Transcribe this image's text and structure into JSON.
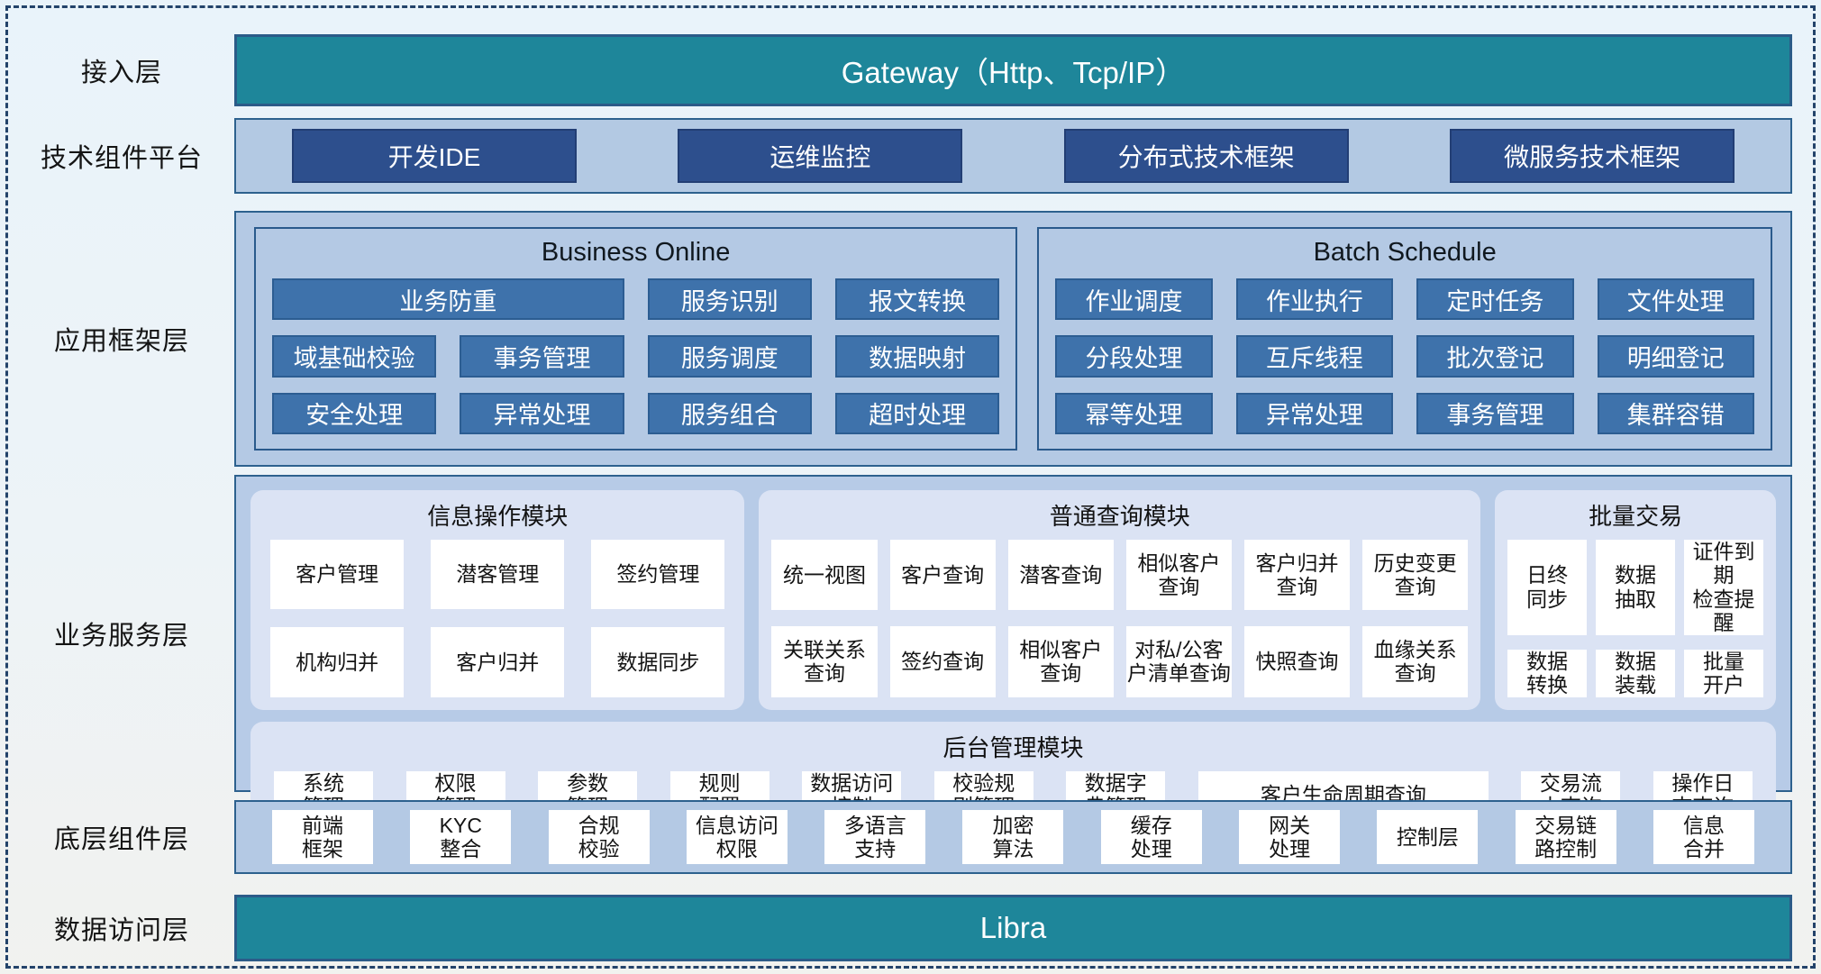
{
  "colors": {
    "teal": "#1e869a",
    "navy_button": "#2d4f8d",
    "blue_button": "#3e72ab",
    "layer_fill": "#b4c9e4",
    "card_fill": "#dbe3f4",
    "border": "#2d618e"
  },
  "layers": {
    "access": {
      "label": "接入层",
      "gateway": "Gateway（Http、Tcp/IP）"
    },
    "tech": {
      "label": "技术组件平台",
      "items": [
        {
          "t": "开发IDE"
        },
        {
          "t": "运维监控"
        },
        {
          "t": "分布式技术框架"
        },
        {
          "t": "微服务技术框架"
        }
      ]
    },
    "appframe": {
      "label": "应用框架层",
      "online": {
        "title": "Business Online",
        "items": [
          {
            "t": "业务防重",
            "c": "span2"
          },
          {
            "t": "服务识别"
          },
          {
            "t": "报文转换"
          },
          {
            "t": "域基础校验"
          },
          {
            "t": "事务管理"
          },
          {
            "t": "服务调度"
          },
          {
            "t": "数据映射"
          },
          {
            "t": "安全处理"
          },
          {
            "t": "异常处理"
          },
          {
            "t": "服务组合"
          },
          {
            "t": "超时处理"
          }
        ]
      },
      "batch": {
        "title": "Batch Schedule",
        "items": [
          {
            "t": "作业调度"
          },
          {
            "t": "作业执行"
          },
          {
            "t": "定时任务"
          },
          {
            "t": "文件处理"
          },
          {
            "t": "分段处理"
          },
          {
            "t": "互斥线程"
          },
          {
            "t": "批次登记"
          },
          {
            "t": "明细登记"
          },
          {
            "t": "幂等处理"
          },
          {
            "t": "异常处理"
          },
          {
            "t": "事务管理"
          },
          {
            "t": "集群容错"
          }
        ]
      }
    },
    "bizservice": {
      "label": "业务服务层",
      "info": {
        "title": "信息操作模块",
        "items": [
          {
            "t": "客户管理"
          },
          {
            "t": "潜客管理"
          },
          {
            "t": "签约管理"
          },
          {
            "t": "机构归并"
          },
          {
            "t": "客户归并"
          },
          {
            "t": "数据同步"
          }
        ]
      },
      "query": {
        "title": "普通查询模块",
        "items": [
          {
            "t": "统一视图"
          },
          {
            "t": "客户查询"
          },
          {
            "t": "潜客查询"
          },
          {
            "t": "相似客户\n查询"
          },
          {
            "t": "客户归并\n查询"
          },
          {
            "t": "历史变更\n查询"
          },
          {
            "t": "关联关系\n查询"
          },
          {
            "t": "签约查询"
          },
          {
            "t": "相似客户\n查询"
          },
          {
            "t": "对私/公客\n户清单查询"
          },
          {
            "t": "快照查询"
          },
          {
            "t": "血缘关系\n查询"
          }
        ]
      },
      "batchtx": {
        "title": "批量交易",
        "items": [
          {
            "t": "日终\n同步"
          },
          {
            "t": "数据\n抽取"
          },
          {
            "t": "证件到期\n检查提醒"
          },
          {
            "t": "数据\n转换"
          },
          {
            "t": "数据\n装载"
          },
          {
            "t": "批量\n开户"
          }
        ]
      },
      "admin": {
        "title": "后台管理模块",
        "items": [
          {
            "t": "系统\n管理"
          },
          {
            "t": "权限\n管理"
          },
          {
            "t": "参数\n管理"
          },
          {
            "t": "规则\n配置"
          },
          {
            "t": "数据访问\n控制"
          },
          {
            "t": "校验规\n则管理"
          },
          {
            "t": "数据字\n典管理"
          },
          {
            "t": "客户生命周期查询",
            "c": "wide"
          },
          {
            "t": "交易流\n水查询"
          },
          {
            "t": "操作日\n志查询"
          }
        ]
      }
    },
    "bottomcomp": {
      "label": "底层组件层",
      "items": [
        {
          "t": "前端\n框架"
        },
        {
          "t": "KYC\n整合"
        },
        {
          "t": "合规\n校验"
        },
        {
          "t": "信息访问\n权限"
        },
        {
          "t": "多语言\n支持"
        },
        {
          "t": "加密\n算法"
        },
        {
          "t": "缓存\n处理"
        },
        {
          "t": "网关\n处理"
        },
        {
          "t": "控制层"
        },
        {
          "t": "交易链\n路控制"
        },
        {
          "t": "信息\n合并"
        }
      ]
    },
    "dataaccess": {
      "label": "数据访问层",
      "bar": "Libra"
    }
  }
}
